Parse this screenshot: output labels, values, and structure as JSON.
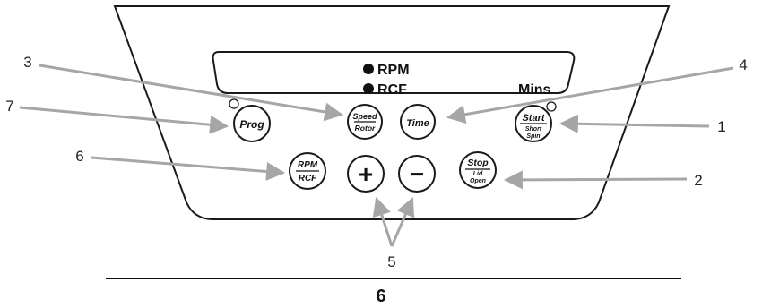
{
  "panel": {
    "indicators": {
      "rpm": "RPM",
      "rcf": "RCF",
      "mins": "Mins"
    },
    "buttons": {
      "prog": "Prog",
      "speed_top": "Speed",
      "speed_bottom": "Rotor",
      "time": "Time",
      "start_top": "Start",
      "start_bottom_1": "Short",
      "start_bottom_2": "Spin",
      "rpm_top": "RPM",
      "rpm_bottom": "RCF",
      "plus": "+",
      "minus": "−",
      "stop_top": "Stop",
      "stop_mid": "Lid",
      "stop_bottom": "Open"
    }
  },
  "callouts": {
    "c1": "1",
    "c2": "2",
    "c3": "3",
    "c4": "4",
    "c5": "5",
    "c6": "6",
    "c7": "7"
  },
  "page_number": "6",
  "colors": {
    "arrow": "#a6a6a6",
    "outline": "#1a1a1a",
    "text": "#111111"
  }
}
